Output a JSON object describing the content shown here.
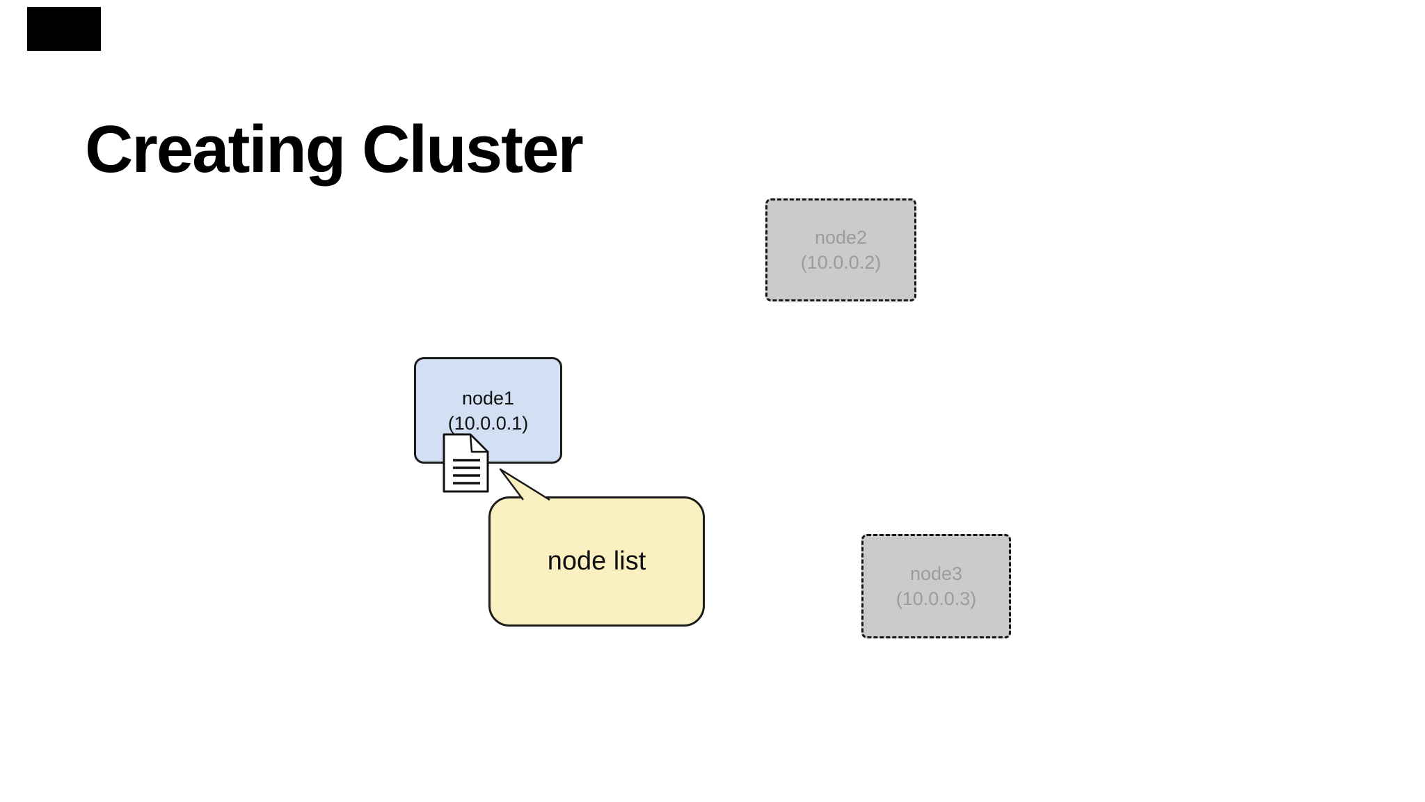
{
  "slide": {
    "title": "Creating Cluster"
  },
  "diagram": {
    "nodes": [
      {
        "label": "node1",
        "ip": "(10.0.0.1)",
        "status": "active"
      },
      {
        "label": "node2",
        "ip": "(10.0.0.2)",
        "status": "pending"
      },
      {
        "label": "node3",
        "ip": "(10.0.0.3)",
        "status": "pending"
      }
    ],
    "callout": {
      "label": "node list"
    },
    "icons": [
      {
        "name": "document-icon",
        "attached_to": "node1"
      }
    ]
  },
  "colors": {
    "active_node_fill": "#d3e0f4",
    "pending_node_fill": "#cbcbcb",
    "pending_node_text": "#9c9c9c",
    "callout_fill": "#fbf0c2",
    "outline": "#1c1c1c",
    "title_text": "#000000",
    "background": "#ffffff"
  }
}
